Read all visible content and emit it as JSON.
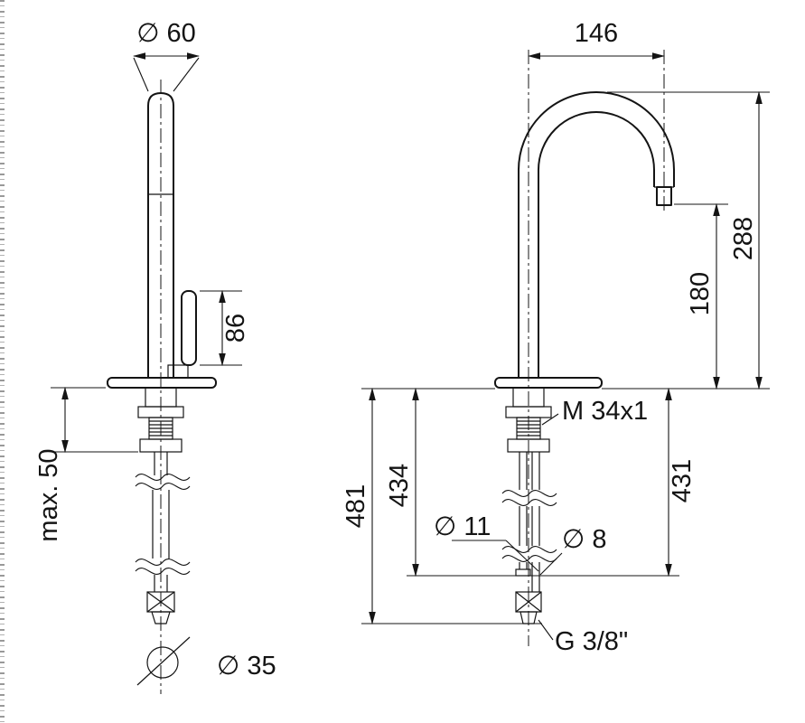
{
  "colors": {
    "ink": "#141414",
    "background": "#ffffff"
  },
  "left_view": {
    "spout_diameter": "∅ 60",
    "handle_length": "86",
    "mounting_depth": "max. 50",
    "hole_diameter": "∅ 35"
  },
  "right_view": {
    "reach": "146",
    "height_total": "288",
    "height_outlet": "180",
    "thread": "M 34x1",
    "hose_total": "481",
    "hose_a": "434",
    "hose_b": "431",
    "hose_dia_a": "∅ 11",
    "hose_dia_b": "∅ 8",
    "connection": "G 3/8\""
  }
}
